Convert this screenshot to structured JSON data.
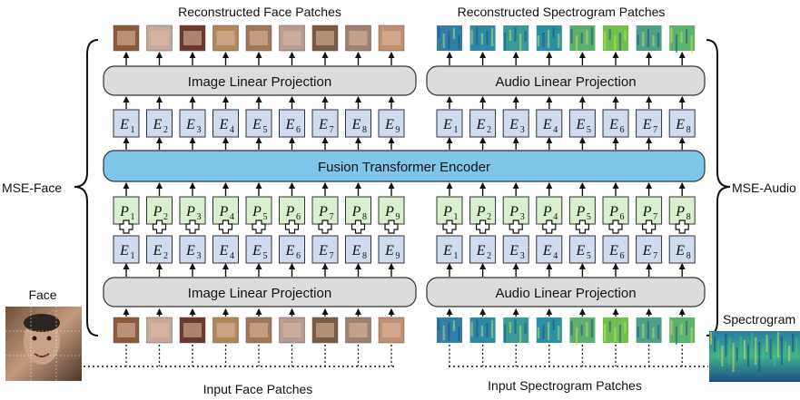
{
  "labels": {
    "top_face": "Reconstructed Face Patches",
    "top_spec": "Reconstructed Spectrogram Patches",
    "bottom_face": "Input Face Patches",
    "bottom_spec": "Input Spectrogram Patches",
    "mse_face": "MSE-Face",
    "mse_audio": "MSE-Audio",
    "face": "Face",
    "spectrogram": "Spectrogram"
  },
  "blocks": {
    "image_proj": "Image Linear Projection",
    "audio_proj": "Audio Linear Projection",
    "fusion": "Fusion Transformer Encoder"
  },
  "tokens": {
    "embed_symbol": "E",
    "pos_symbol": "P",
    "face_count": 9,
    "audio_count": 8
  },
  "colors": {
    "embed_fill": "#cfdcf0",
    "pos_fill": "#d9f0cf",
    "fusion_fill": "#7dc8ea",
    "proj_fill": "#dcdcdc"
  }
}
